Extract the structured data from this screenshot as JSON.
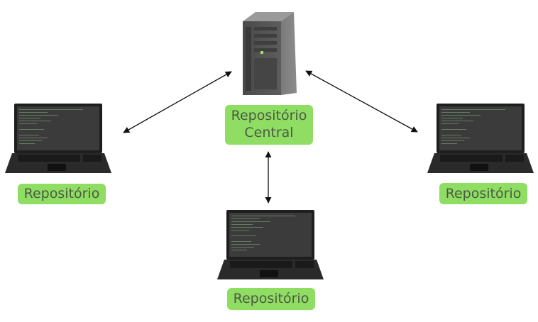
{
  "nodes": {
    "central": {
      "label_line1": "Repositório",
      "label_line2": "Central",
      "icon": "server-icon"
    },
    "left": {
      "label": "Repositório",
      "icon": "laptop-icon"
    },
    "right": {
      "label": "Repositório",
      "icon": "laptop-icon"
    },
    "bottom": {
      "label": "Repositório",
      "icon": "laptop-icon"
    }
  },
  "edges": [
    {
      "from": "central",
      "to": "left",
      "style": "double-arrow"
    },
    {
      "from": "central",
      "to": "right",
      "style": "double-arrow"
    },
    {
      "from": "central",
      "to": "bottom",
      "style": "double-arrow"
    }
  ],
  "colors": {
    "label_bg": "#8fdd62",
    "label_text": "#4a5a44",
    "device_body": "#2b2b2b",
    "screen": "#3a3a3a",
    "arrow": "#111111"
  }
}
